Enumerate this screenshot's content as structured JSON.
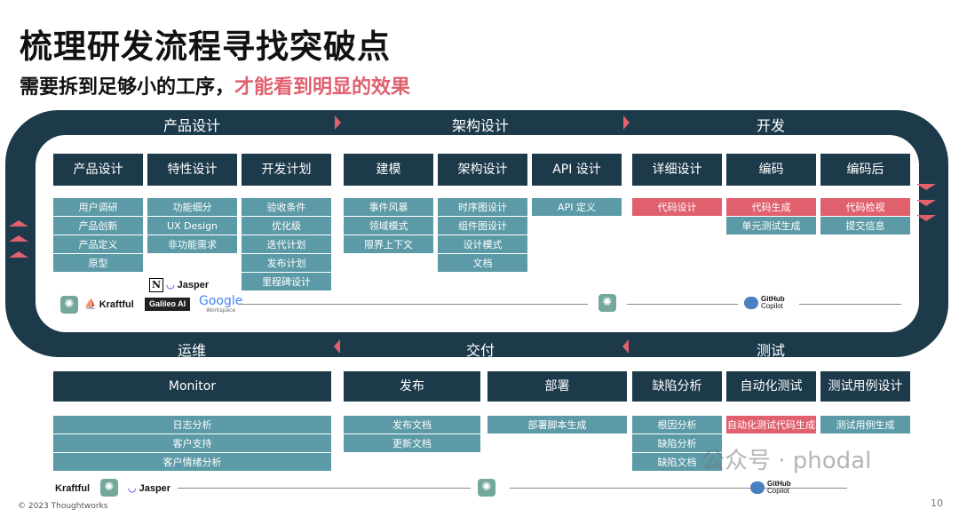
{
  "title": "梳理研发流程寻找突破点",
  "subtitle": {
    "normal": "需要拆到足够小的工序，",
    "highlight": "才能看到明显的效果"
  },
  "colors": {
    "track": "#1d3a4b",
    "item": "#5b9aa6",
    "highlight": "#e0606e"
  },
  "top_bands": [
    "产品设计",
    "架构设计",
    "开发"
  ],
  "bottom_bands": [
    "运维",
    "交付",
    "测试"
  ],
  "top_columns": [
    {
      "title": "产品设计",
      "items": [
        {
          "t": "用户调研"
        },
        {
          "t": "产品创新"
        },
        {
          "t": "产品定义"
        },
        {
          "t": "原型"
        }
      ]
    },
    {
      "title": "特性设计",
      "items": [
        {
          "t": "功能细分"
        },
        {
          "t": "UX Design"
        },
        {
          "t": "非功能需求"
        }
      ]
    },
    {
      "title": "开发计划",
      "items": [
        {
          "t": "验收条件"
        },
        {
          "t": "优化级"
        },
        {
          "t": "迭代计划"
        },
        {
          "t": "发布计划"
        },
        {
          "t": "里程碑设计"
        }
      ]
    },
    {
      "title": "建模",
      "items": [
        {
          "t": "事件风暴"
        },
        {
          "t": "领域模式"
        },
        {
          "t": "限界上下文"
        }
      ]
    },
    {
      "title": "架构设计",
      "items": [
        {
          "t": "时序图设计"
        },
        {
          "t": "组件图设计"
        },
        {
          "t": "设计模式"
        },
        {
          "t": "文档"
        }
      ]
    },
    {
      "title": "API 设计",
      "items": [
        {
          "t": "API 定义"
        }
      ]
    },
    {
      "title": "详细设计",
      "items": [
        {
          "t": "代码设计",
          "hl": true
        }
      ]
    },
    {
      "title": "编码",
      "items": [
        {
          "t": "代码生成",
          "hl": true
        },
        {
          "t": "单元测试生成"
        }
      ]
    },
    {
      "title": "编码后",
      "items": [
        {
          "t": "代码检视",
          "hl": true
        },
        {
          "t": "提交信息"
        }
      ]
    }
  ],
  "bottom_columns": [
    {
      "title": "Monitor",
      "items": [
        {
          "t": "日志分析"
        },
        {
          "t": "客户支持"
        },
        {
          "t": "客户情绪分析"
        }
      ]
    },
    {
      "title": "发布",
      "items": [
        {
          "t": "发布文档"
        },
        {
          "t": "更新文档"
        }
      ]
    },
    {
      "title": "部署",
      "items": [
        {
          "t": "部署脚本生成"
        }
      ]
    },
    {
      "title": "缺陷分析",
      "items": [
        {
          "t": "根因分析"
        },
        {
          "t": "缺陷分析"
        },
        {
          "t": "缺陷文档"
        }
      ]
    },
    {
      "title": "自动化测试",
      "items": [
        {
          "t": "自动化测试代码生成",
          "hl": true
        }
      ]
    },
    {
      "title": "测试用例设计",
      "items": [
        {
          "t": "测试用例生成"
        }
      ]
    }
  ],
  "tools": {
    "notion": "N",
    "jasper": "Jasper",
    "kraftful": "Kraftful",
    "galileo": "Galileo AI",
    "google": "Google",
    "google_sub": "Workspace",
    "github": "GitHub",
    "copilot": "Copilot"
  },
  "watermark": "公众号 · phodal",
  "footer": "© 2023 Thoughtworks",
  "page_number": "10"
}
